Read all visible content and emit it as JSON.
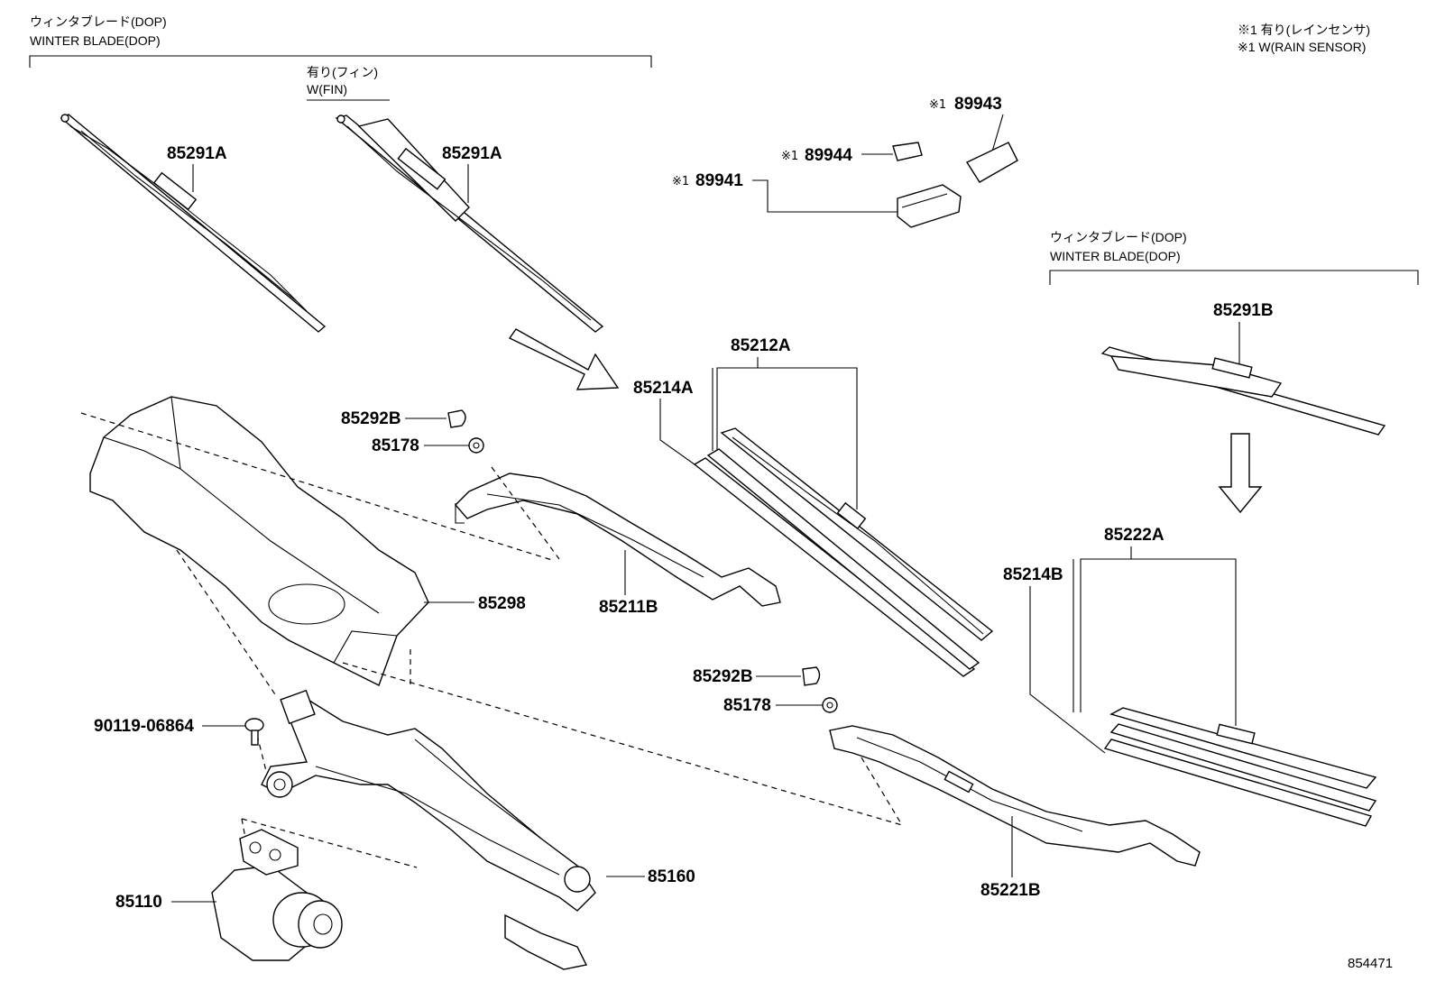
{
  "notes": {
    "winter_blade_left_jp": "ウィンタブレード(DOP)",
    "winter_blade_left_en": "WINTER BLADE(DOP)",
    "fin_jp": "有り(フィン)",
    "fin_en": "W(FIN)",
    "rain_sensor_jp": "※1 有り(レインセンサ)",
    "rain_sensor_en": "※1 W(RAIN SENSOR)",
    "winter_blade_right_jp": "ウィンタブレード(DOP)",
    "winter_blade_right_en": "WINTER BLADE(DOP)"
  },
  "parts": {
    "p85291A_left": "85291A",
    "p85291A_right": "85291A",
    "p89943": "89943",
    "p89944": "89944",
    "p89941": "89941",
    "mark": "※1",
    "p85212A": "85212A",
    "p85214A": "85214A",
    "p85291B": "85291B",
    "p85292B_top": "85292B",
    "p85178_top": "85178",
    "p85298": "85298",
    "p85211B": "85211B",
    "p85222A": "85222A",
    "p85214B": "85214B",
    "p85292B_bottom": "85292B",
    "p85178_bottom": "85178",
    "p90119": "90119-06864",
    "p85160": "85160",
    "p85110": "85110",
    "p85221B": "85221B"
  },
  "diagram_id": "854471"
}
